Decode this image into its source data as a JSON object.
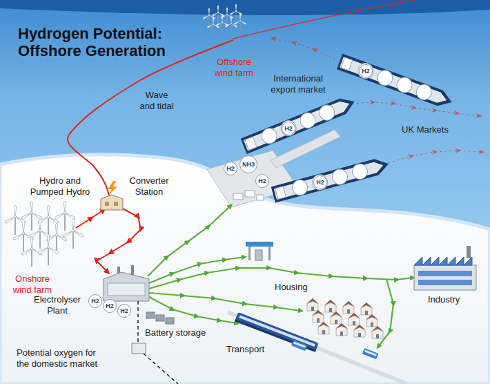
{
  "diagram": {
    "title": "Hydrogen Potential: Offshore Generation",
    "nodes": [
      {
        "text": [
          "H2"
        ]
      },
      {
        "text": [
          "H2"
        ]
      },
      {
        "text": [
          "H2"
        ]
      },
      {
        "text": [
          "NH3"
        ]
      },
      {
        "text": [
          "H2"
        ]
      },
      {
        "text": [
          "H2"
        ]
      },
      {
        "text": [
          "H2"
        ]
      },
      {
        "text": [
          "H2"
        ]
      },
      {
        "text": [
          "H2"
        ]
      }
    ],
    "labels": [
      "Offshore wind farm",
      "Wave and tidal",
      "International export market",
      "UK Markets",
      "Hydro and Pumped Hydro",
      "Converter Station",
      "Onshore wind farm",
      "Electrolyser Plant",
      "Housing",
      "Industry",
      "Battery storage",
      "Transport",
      "Potential oxygen for the domestic market"
    ]
  }
}
